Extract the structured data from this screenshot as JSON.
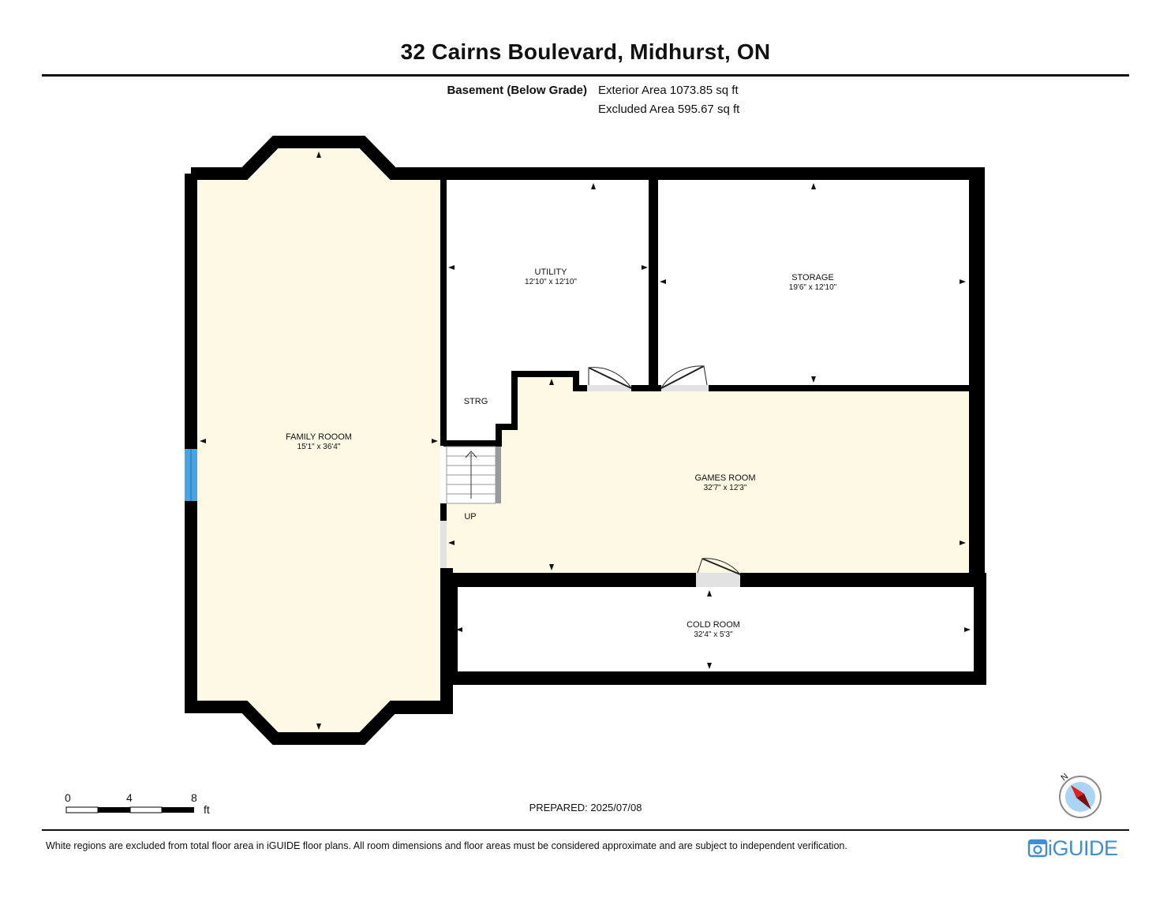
{
  "header": {
    "title": "32 Cairns Boulevard, Midhurst, ON",
    "level_label": "Basement (Below Grade)",
    "exterior_area": "Exterior Area 1073.85 sq ft",
    "excluded_area": "Excluded Area 595.67 sq ft"
  },
  "rooms": {
    "family": {
      "name": "FAMILY ROOOM",
      "dims": "15'1\" x 36'4\""
    },
    "utility": {
      "name": "UTILITY",
      "dims": "12'10\" x 12'10\""
    },
    "storage": {
      "name": "STORAGE",
      "dims": "19'6\" x 12'10\""
    },
    "strg": {
      "name": "STRG"
    },
    "games": {
      "name": "GAMES ROOM",
      "dims": "32'7\" x 12'3\""
    },
    "cold": {
      "name": "COLD ROOM",
      "dims": "32'4\" x 5'3\""
    },
    "stairs": {
      "label": "UP"
    }
  },
  "scale": {
    "ticks": [
      "0",
      "4",
      "8"
    ],
    "unit": "ft"
  },
  "compass": {
    "label": "N"
  },
  "footer": {
    "prepared": "PREPARED: 2025/07/08",
    "disclaimer": "White regions are excluded from total floor area in iGUIDE floor plans. All room dimensions and floor areas must be considered approximate and are subject to independent verification.",
    "logo": "iGUIDE"
  },
  "colors": {
    "included_floor": "#fdf9e4",
    "wall": "#000000",
    "window": "#4aa3df",
    "door_opening": "#e2e2e2",
    "logo": "#3d8fcf",
    "compass_needle": "#e02020",
    "compass_face": "#a9d4f2"
  }
}
